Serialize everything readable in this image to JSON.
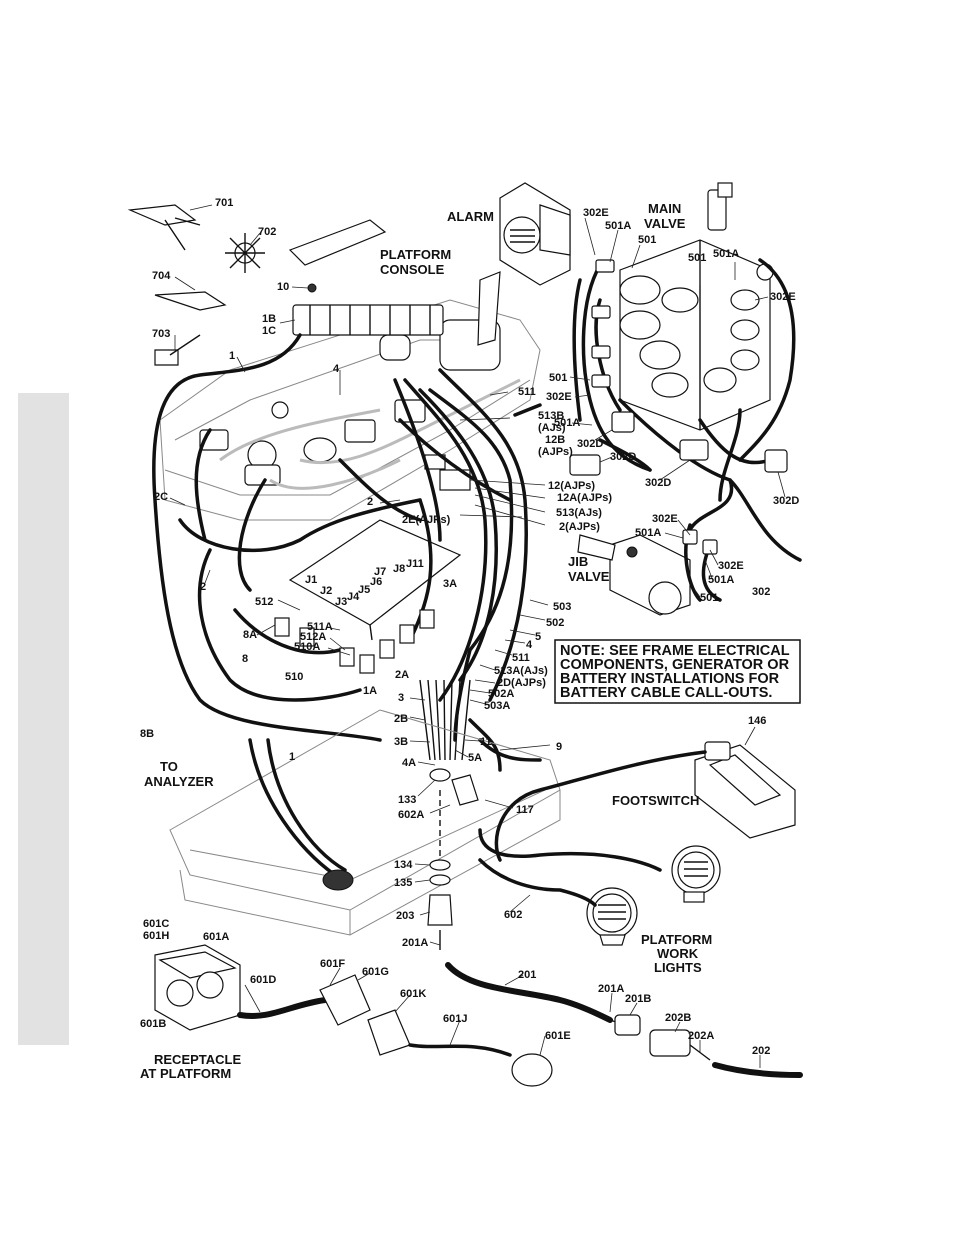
{
  "titles": {
    "alarm": "ALARM",
    "main_valve_1": "MAIN",
    "main_valve_2": "VALVE",
    "platform_console_1": "PLATFORM",
    "platform_console_2": "CONSOLE",
    "jib_valve_1": "JIB",
    "jib_valve_2": "VALVE",
    "to_analyzer_1": "TO",
    "to_analyzer_2": "ANALYZER",
    "footswitch": "FOOTSWITCH",
    "platform_work_lights_1": "PLATFORM",
    "platform_work_lights_2": "WORK",
    "platform_work_lights_3": "LIGHTS",
    "receptacle_1": "RECEPTACLE",
    "receptacle_2": "AT PLATFORM"
  },
  "note": {
    "line1": "NOTE: SEE FRAME ELECTRICAL",
    "line2": "COMPONENTS, GENERATOR OR",
    "line3": "BATTERY INSTALLATIONS FOR",
    "line4": "BATTERY CABLE CALL-OUTS."
  },
  "callouts": {
    "c701": "701",
    "c702": "702",
    "c704": "704",
    "c703": "703",
    "c10": "10",
    "c1B": "1B",
    "c1C": "1C",
    "c1": "1",
    "c4": "4",
    "c2C": "2C",
    "c2": "2",
    "c2_lower": "2",
    "c2E_AJPs": "2E(AJPs)",
    "c512": "512",
    "c8A": "8A",
    "c8": "8",
    "c510": "510",
    "c511A": "511A",
    "c512A": "512A",
    "c510A": "510A",
    "c2A": "2A",
    "c1A": "1A",
    "c3": "3",
    "c2B": "2B",
    "c3B": "3B",
    "c4A": "4A",
    "c133": "133",
    "c602A": "602A",
    "c5A": "5A",
    "c11": "11",
    "c9": "9",
    "c117": "117",
    "c134": "134",
    "c135": "135",
    "c203": "203",
    "c201A": "201A",
    "c201": "201",
    "c201A_r": "201A",
    "c201B": "201B",
    "c202B": "202B",
    "c202A": "202A",
    "c202": "202",
    "c602": "602",
    "c146": "146",
    "c8B": "8B",
    "c1_lower": "1",
    "c2_mid": "2",
    "cJ1": "J1",
    "cJ2": "J2",
    "cJ3": "J3",
    "cJ4": "J4",
    "cJ5": "J5",
    "cJ6": "J6",
    "cJ7": "J7",
    "cJ8": "J8",
    "cJ11": "J11",
    "c3A": "3A",
    "c511": "511",
    "c513B": "513B",
    "c513B_AJs": "(AJs)",
    "c12B": "12B",
    "c12B_AJPs": "(AJPs)",
    "c12_AJPs": "12(AJPs)",
    "c12A_AJPs": "12A(AJPs)",
    "c513_AJs": "513(AJs)",
    "c2_AJPs": "2(AJPs)",
    "c503": "503",
    "c502": "502",
    "c5": "5",
    "c4_r": "4",
    "c511_r": "511",
    "c513A_AJs": "513A(AJs)",
    "c2D_AJPs": "2D(AJPs)",
    "c502A": "502A",
    "c503A": "503A",
    "c302E_a": "302E",
    "c501A_a": "501A",
    "c501_a": "501",
    "c501_b": "501",
    "c501A_b": "501A",
    "c302E_b": "302E",
    "c501_c": "501",
    "c302E_c": "302E",
    "c501A_c": "501A",
    "c302D_a": "302D",
    "c302D_b": "302D",
    "c302D_c": "302D",
    "c302D_d": "302D",
    "c302E_d": "302E",
    "c501A_d": "501A",
    "c302E_e": "302E",
    "c501A_e": "501A",
    "c501_d": "501",
    "c302": "302",
    "c601C": "601C",
    "c601H": "601H",
    "c601A": "601A",
    "c601D": "601D",
    "c601B": "601B",
    "c601F": "601F",
    "c601G": "601G",
    "c601K": "601K",
    "c601J": "601J",
    "c601E": "601E"
  }
}
